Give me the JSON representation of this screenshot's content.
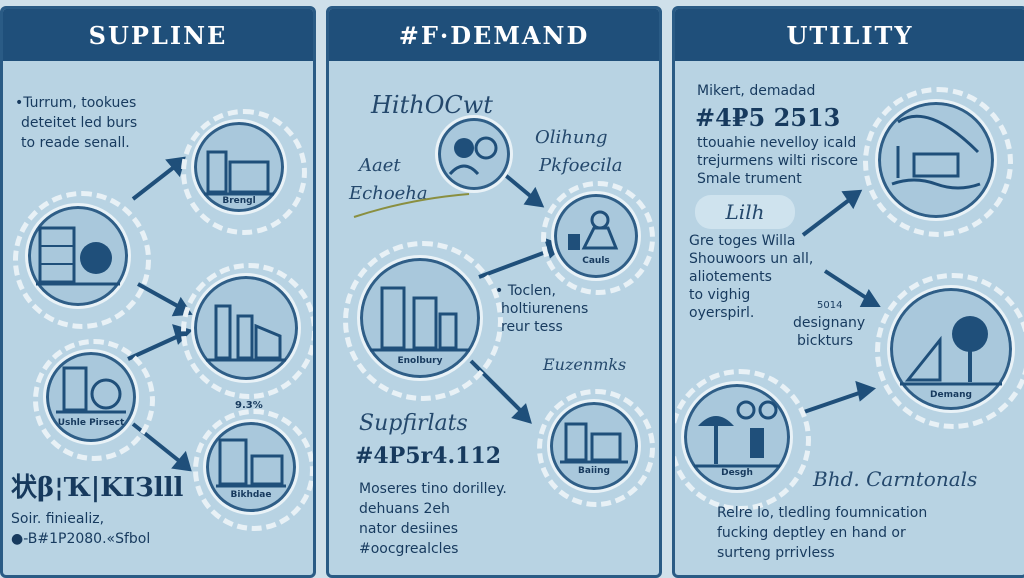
{
  "colors": {
    "header_bg": "#1f4f7a",
    "panel_bg": "#b8d3e3",
    "accent": "#2a5b85"
  },
  "panels": [
    {
      "title": "SUPLINE",
      "intro": [
        "•Turrum, tookues",
        "deteitet led burs",
        "to reade senall."
      ],
      "circles": [
        "Brengl",
        "",
        "Ushle Pirsect",
        "Bikhdae"
      ],
      "percent": "9.3%",
      "big_text": "状β¦Ҡ|ΚΙЗlll",
      "footer": [
        "Soir. finiealiz,",
        "●-B#1P2080.«Sfbol"
      ]
    },
    {
      "title": "#F·DEMAND",
      "script_top": "HithOCwt",
      "script_left": [
        "Aaet",
        "Echoeha"
      ],
      "script_right": [
        "Olihung",
        "Pkfoecila"
      ],
      "circles": [
        "",
        "Cauls",
        "Enolbury",
        "Baiing"
      ],
      "bullet": [
        "• Toclen,",
        "holtiurenens",
        "reur tess"
      ],
      "script_mid": "Euzenmks",
      "subtitle": "Supfirlats",
      "big_number": "#4P5r4.112",
      "body": [
        "Moseres tino dorilley.",
        "dehuans 2eh",
        "nator desiines",
        "#oocgrealcles"
      ]
    },
    {
      "title": "UTILITY",
      "market": "Mikert, demadad",
      "big_number": "#4₽5 2513",
      "desc": [
        "ttouahie nevelloy icald",
        "trejurmens wilti riscore",
        "Smale trument"
      ],
      "pill": "Lilh",
      "mid_text": [
        "Gre toges Willa",
        "Shouwoors un all,",
        "aliotements",
        "to vighig",
        "oyerspirl."
      ],
      "small_pct": "5014",
      "design": [
        "designany",
        "bickturs"
      ],
      "circles": [
        "",
        "Demang",
        "Desgh"
      ],
      "script_bottom": "Bhd. Carntonals",
      "footer": [
        "Relre lo, tledling foumnication",
        "fucking deptley en hand or",
        "surteng prrivless"
      ]
    }
  ]
}
